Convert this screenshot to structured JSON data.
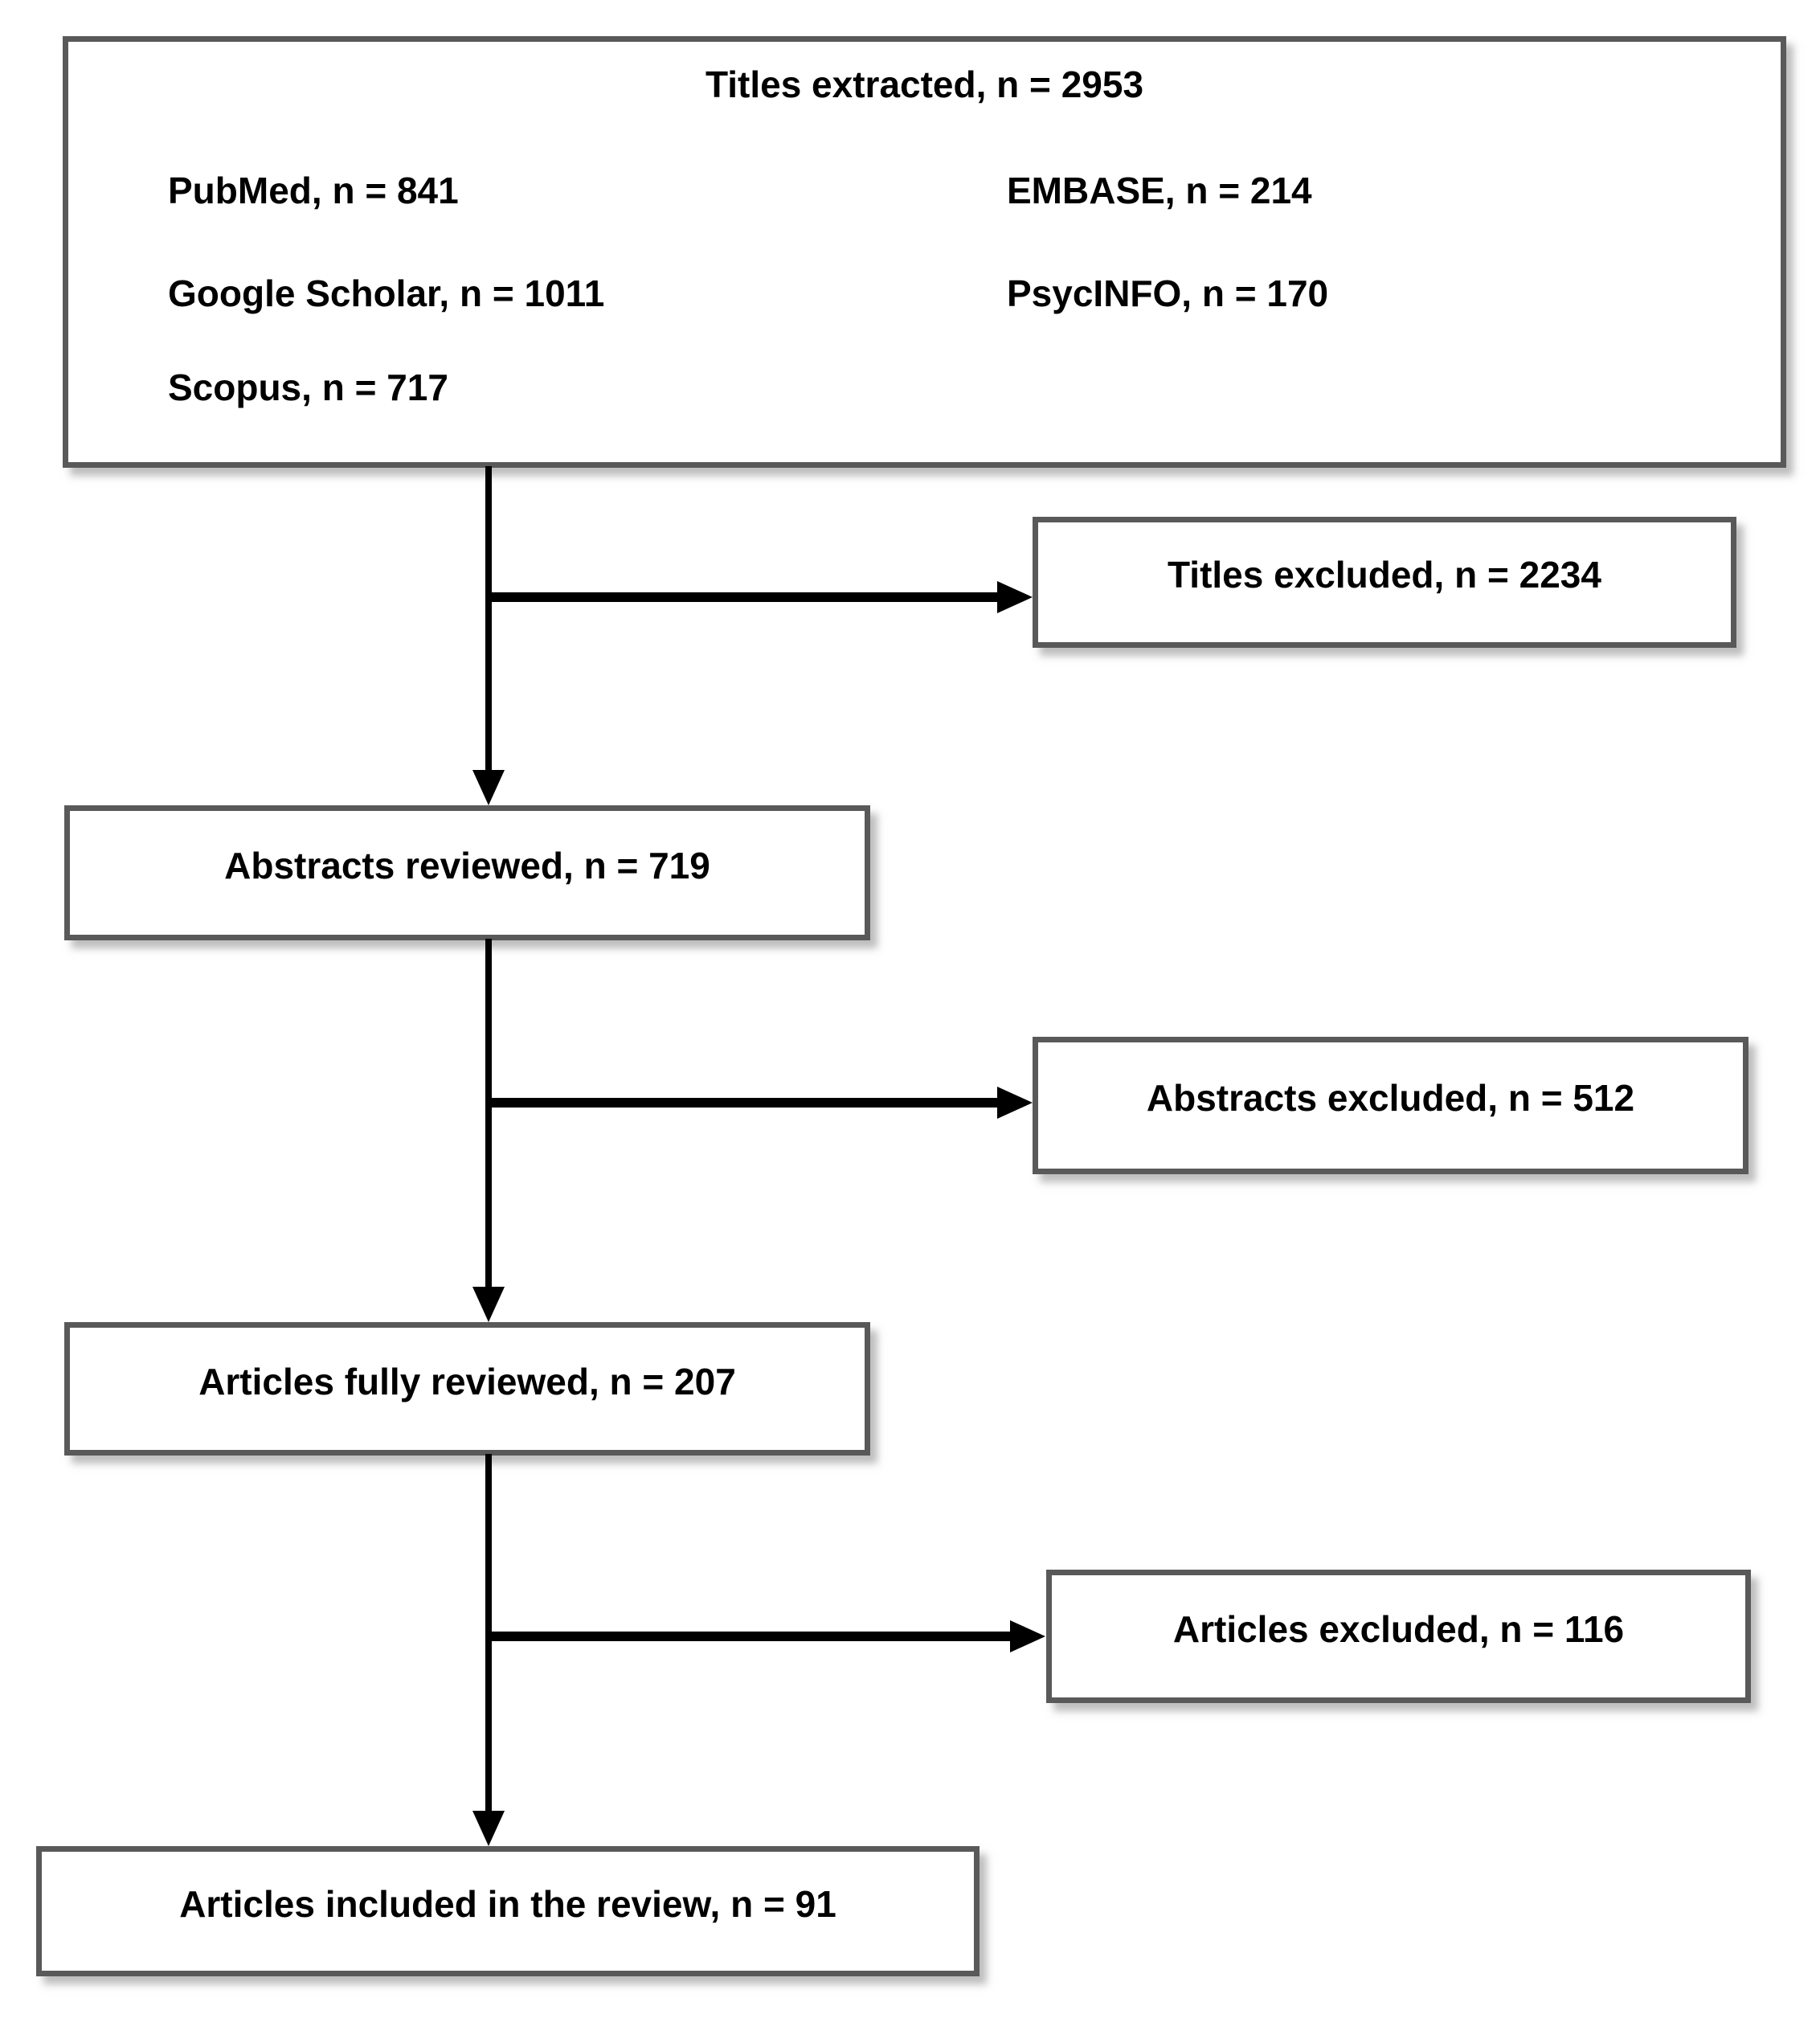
{
  "flow": {
    "titles_extracted": {
      "label": "Titles extracted, n = 2953",
      "sources_left": [
        {
          "label": "PubMed, n = 841"
        },
        {
          "label": "Google Scholar, n = 1011"
        },
        {
          "label": "Scopus, n = 717"
        }
      ],
      "sources_right": [
        {
          "label": "EMBASE, n = 214"
        },
        {
          "label": "PsycINFO, n = 170"
        }
      ]
    },
    "titles_excluded": {
      "label": "Titles excluded, n = 2234"
    },
    "abstracts_reviewed": {
      "label": "Abstracts reviewed, n = 719"
    },
    "abstracts_excluded": {
      "label": "Abstracts excluded, n = 512"
    },
    "articles_fully_reviewed": {
      "label": "Articles fully reviewed, n = 207"
    },
    "articles_excluded": {
      "label": "Articles excluded, n = 116"
    },
    "articles_included": {
      "label": "Articles included in the review, n = 91"
    }
  },
  "colors": {
    "box_border": "#595959",
    "box_background": "#ffffff",
    "box_shadow": "#a8a8a8",
    "line": "#000000",
    "text": "#000000",
    "page_background": "#ffffff"
  }
}
